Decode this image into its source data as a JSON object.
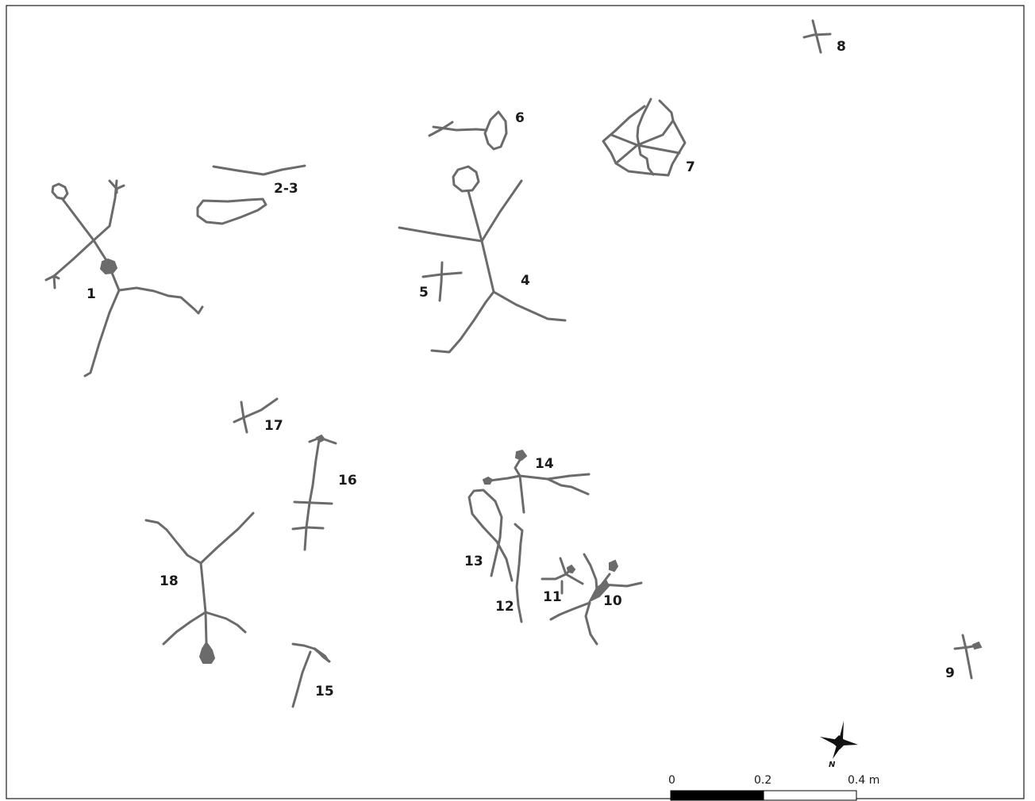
{
  "figures": [
    {
      "id": "fig-1",
      "label": "1"
    },
    {
      "id": "fig-2-3",
      "label": "2-3"
    },
    {
      "id": "fig-4",
      "label": "4"
    },
    {
      "id": "fig-5",
      "label": "5"
    },
    {
      "id": "fig-6",
      "label": "6"
    },
    {
      "id": "fig-7",
      "label": "7"
    },
    {
      "id": "fig-8",
      "label": "8"
    },
    {
      "id": "fig-9",
      "label": "9"
    },
    {
      "id": "fig-10",
      "label": "10"
    },
    {
      "id": "fig-11",
      "label": "11"
    },
    {
      "id": "fig-12",
      "label": "12"
    },
    {
      "id": "fig-13",
      "label": "13"
    },
    {
      "id": "fig-14",
      "label": "14"
    },
    {
      "id": "fig-15",
      "label": "15"
    },
    {
      "id": "fig-16",
      "label": "16"
    },
    {
      "id": "fig-17",
      "label": "17"
    },
    {
      "id": "fig-18",
      "label": "18"
    }
  ],
  "north_arrow": {
    "label": "N"
  },
  "scale_bar": {
    "tick_labels": [
      "0",
      "0.2",
      "0.4 m"
    ]
  },
  "colors": {
    "engraving": "#6b6b6b",
    "text": "#1a1a1a",
    "background": "#ffffff"
  }
}
